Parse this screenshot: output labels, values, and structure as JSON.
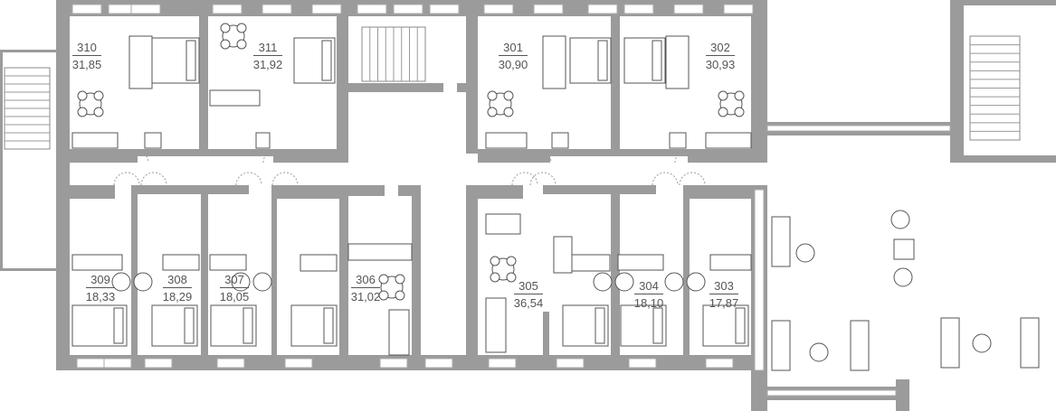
{
  "colors": {
    "wall": "#9b9b9b",
    "line": "#555555",
    "background": "#ffffff"
  },
  "apartments": [
    {
      "number": "310",
      "area": "31,85"
    },
    {
      "number": "311",
      "area": "31,92"
    },
    {
      "number": "301",
      "area": "30,90"
    },
    {
      "number": "302",
      "area": "30,93"
    },
    {
      "number": "309",
      "area": "18,33"
    },
    {
      "number": "308",
      "area": "18,29"
    },
    {
      "number": "307",
      "area": "18,05"
    },
    {
      "number": "306",
      "area": "31,02"
    },
    {
      "number": "305",
      "area": "36,54"
    },
    {
      "number": "304",
      "area": "18,10"
    },
    {
      "number": "303",
      "area": "17,87"
    }
  ]
}
